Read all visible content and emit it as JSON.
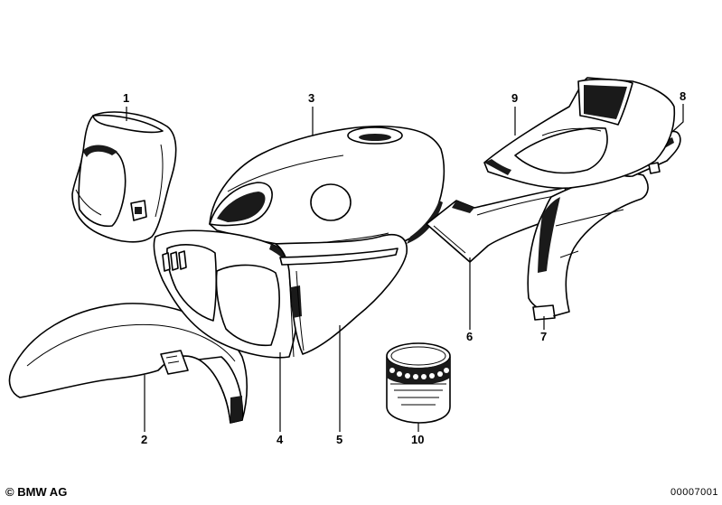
{
  "callouts": [
    {
      "id": "c1",
      "label": "1"
    },
    {
      "id": "c2",
      "label": "2"
    },
    {
      "id": "c3",
      "label": "3"
    },
    {
      "id": "c4",
      "label": "4"
    },
    {
      "id": "c5",
      "label": "5"
    },
    {
      "id": "c6",
      "label": "6"
    },
    {
      "id": "c7",
      "label": "7"
    },
    {
      "id": "c8",
      "label": "8"
    },
    {
      "id": "c9",
      "label": "9"
    },
    {
      "id": "c10",
      "label": "10"
    }
  ],
  "footer": {
    "copyright": "© BMW AG",
    "diagram_id": "00007001"
  },
  "colors": {
    "line": "#000000",
    "background": "#ffffff"
  }
}
